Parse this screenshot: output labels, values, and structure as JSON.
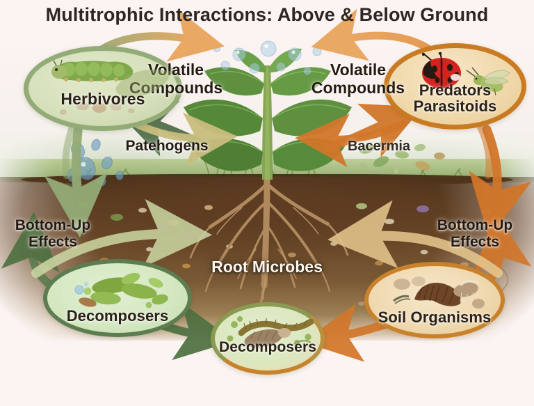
{
  "title": "Multitrophic Interactions: Above & Below Ground",
  "background_color": "#faf3f1",
  "palette": {
    "green_border": "#93ab76",
    "dark_green_arrow": "#4e6b45",
    "khaki_arrow": "#c9bd7e",
    "orange_arrow": "#e9a45c",
    "deep_orange_arrow": "#d2762a",
    "orange_border": "#c87b22",
    "soil_dark": "#4b3118",
    "text_dark": "#241a12",
    "text_light": "#fbf6ef"
  },
  "nodes": {
    "herbivores": {
      "label": "Herbivores",
      "icon": "caterpillar-icon",
      "border_color": "#93ab76",
      "fill_color": "#d6e0bb",
      "zone": "above-ground"
    },
    "predators": {
      "label": "Predators\nParasitoids",
      "label_line1": "Predators",
      "label_line2": "Parasitoids",
      "icon": "ladybug-icon",
      "icon2": "parasitoid-wasp-icon",
      "border_color": "#c87b22",
      "fill_color": "#f0d9ad",
      "zone": "above-ground"
    },
    "decomposers_left": {
      "label": "Decomposers",
      "icon": "bacteria-rods-icon",
      "border_color": "#5d7c50",
      "fill_color": "#d5e8c2",
      "zone": "below-ground"
    },
    "decomposers_center": {
      "label": "Decomposers",
      "icon": "millipede-icon",
      "border_color": "#8a9a52",
      "fill_color": "#dbe8c0",
      "zone": "below-ground"
    },
    "soil_organisms": {
      "label": "Soil Organisms",
      "icon": "earthworm-icon",
      "border_color": "#c8822b",
      "fill_color": "#efd9b0",
      "zone": "below-ground"
    }
  },
  "flow_labels": {
    "volatile_left": {
      "line1": "Volatile",
      "line2": "Compounds"
    },
    "volatile_right": {
      "line1": "Volatile",
      "line2": "Compounds"
    },
    "pathogens": "Patehogens",
    "bacteria": "Bacermia",
    "bottom_up_left": {
      "line1": "Bottom-Up",
      "line2": "Effects"
    },
    "bottom_up_right": {
      "line1": "Bottom-Up",
      "line2": "Effects"
    },
    "root_microbes": "Root Microbes"
  },
  "scene": {
    "plant_icon": "plant-with-roots-icon",
    "soil_layer_icon": "soil-cross-section",
    "grass_icon": "grass-icon",
    "air_bubbles_icon": "volatile-bubbles-icon",
    "water_drops_icon": "water-droplets-icon",
    "microbes_icon": "microbes-icon"
  },
  "arrows": [
    {
      "name": "herbivores-to-plant-volatiles",
      "color": "#e9a45c",
      "direction": "right"
    },
    {
      "name": "predators-to-plant-volatiles",
      "color": "#e9a45c",
      "direction": "left"
    },
    {
      "name": "plant-to-herbivores",
      "color": "#4e6b45",
      "direction": "up-left"
    },
    {
      "name": "plant-pathogens-right",
      "color": "#c9bd7e",
      "direction": "right"
    },
    {
      "name": "plant-to-predators",
      "color": "#d2762a",
      "direction": "up-right"
    },
    {
      "name": "predators-to-plant",
      "color": "#d2762a",
      "direction": "left"
    },
    {
      "name": "herbivores-down-bottom-up-left",
      "color": "#93ab76",
      "direction": "down"
    },
    {
      "name": "predators-down-bottom-up-right",
      "color": "#d2762a",
      "direction": "down"
    },
    {
      "name": "decomposers-left-up",
      "color": "#5d7c50",
      "direction": "up"
    },
    {
      "name": "decomposers-left-to-soil",
      "color": "#cdd8a4",
      "direction": "right"
    },
    {
      "name": "soil-organisms-up",
      "color": "#d2762a",
      "direction": "up"
    },
    {
      "name": "soil-to-decomposers-left",
      "color": "#e8c98f",
      "direction": "left"
    },
    {
      "name": "decomposers-center-left-in",
      "color": "#4e6b45",
      "direction": "left"
    },
    {
      "name": "decomposers-center-right-in",
      "color": "#d2762a",
      "direction": "right"
    }
  ]
}
